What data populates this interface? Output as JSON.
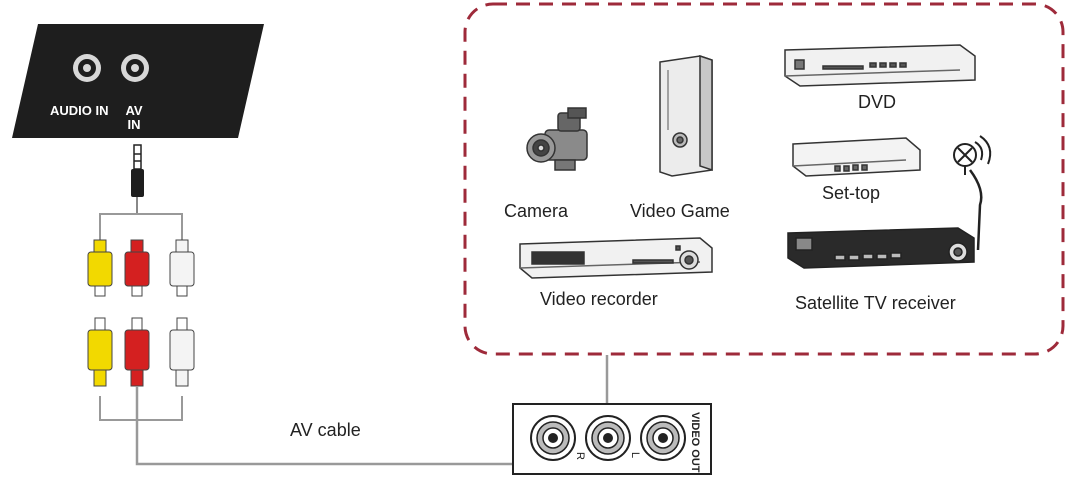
{
  "panel": {
    "audio_in_label": "AUDIO IN",
    "av_in_label_line1": "AV",
    "av_in_label_line2": "IN"
  },
  "devices": {
    "camera": "Camera",
    "video_game": "Video Game",
    "dvd": "DVD",
    "set_top": "Set-top",
    "video_recorder": "Video recorder",
    "satellite": "Satellite TV receiver"
  },
  "cable": {
    "label": "AV cable"
  },
  "output_box": {
    "label": "VIDEO OUT",
    "jack_r": "R",
    "jack_l": "L"
  },
  "colors": {
    "dashed_border": "#9e2a3a",
    "panel_bg": "#1e1e1e",
    "plug_yellow": "#f2d900",
    "plug_red": "#d42020",
    "plug_white": "#f4f4f4"
  }
}
